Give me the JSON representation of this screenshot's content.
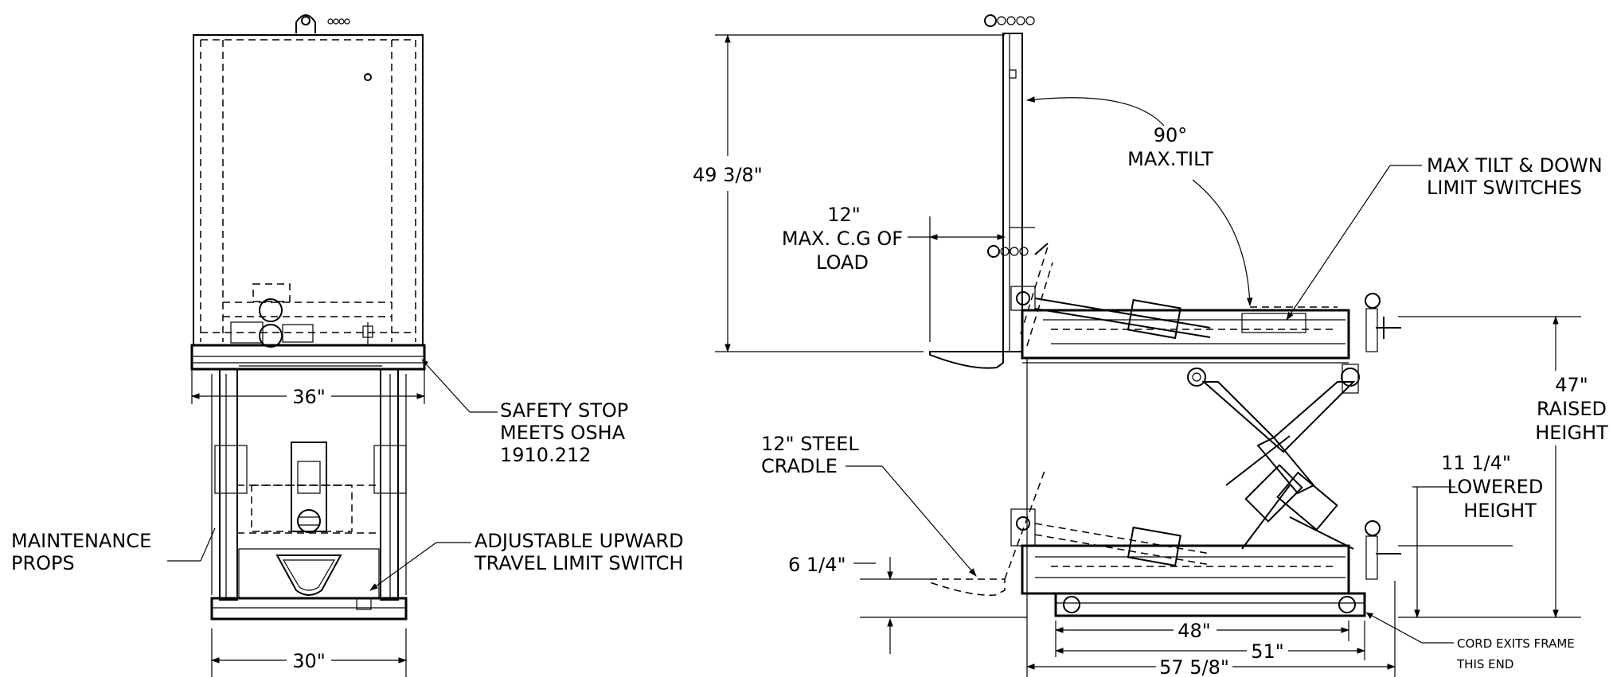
{
  "front_view": {
    "width_top": "36\"",
    "width_bottom": "30\"",
    "safety_stop": [
      "SAFETY STOP",
      "MEETS OSHA",
      "1910.212"
    ],
    "maintenance_props": [
      "MAINTENANCE",
      "PROPS"
    ],
    "upward_limit_switch": [
      "ADJUSTABLE UPWARD",
      "TRAVEL LIMIT SWITCH"
    ]
  },
  "side_view": {
    "overall_height": "49 3/8\"",
    "max_tilt": [
      "90°",
      "MAX.TILT"
    ],
    "tilt_limit_switches": [
      "MAX TILT & DOWN",
      "LIMIT SWITCHES"
    ],
    "cg_of_load": [
      "12\"",
      "MAX. C.G OF",
      "LOAD"
    ],
    "raised_height": [
      "47\"",
      "RAISED",
      "HEIGHT"
    ],
    "lowered_height": [
      "11 1/4\"",
      "LOWERED",
      "HEIGHT"
    ],
    "steel_cradle": [
      "12\" STEEL",
      "CRADLE"
    ],
    "cradle_offset": "6 1/4\"",
    "len_48": "48\"",
    "len_51": "51\"",
    "len_overall": "57 5/8\"",
    "cord_exit": [
      "CORD EXITS FRAME",
      "THIS END"
    ]
  }
}
